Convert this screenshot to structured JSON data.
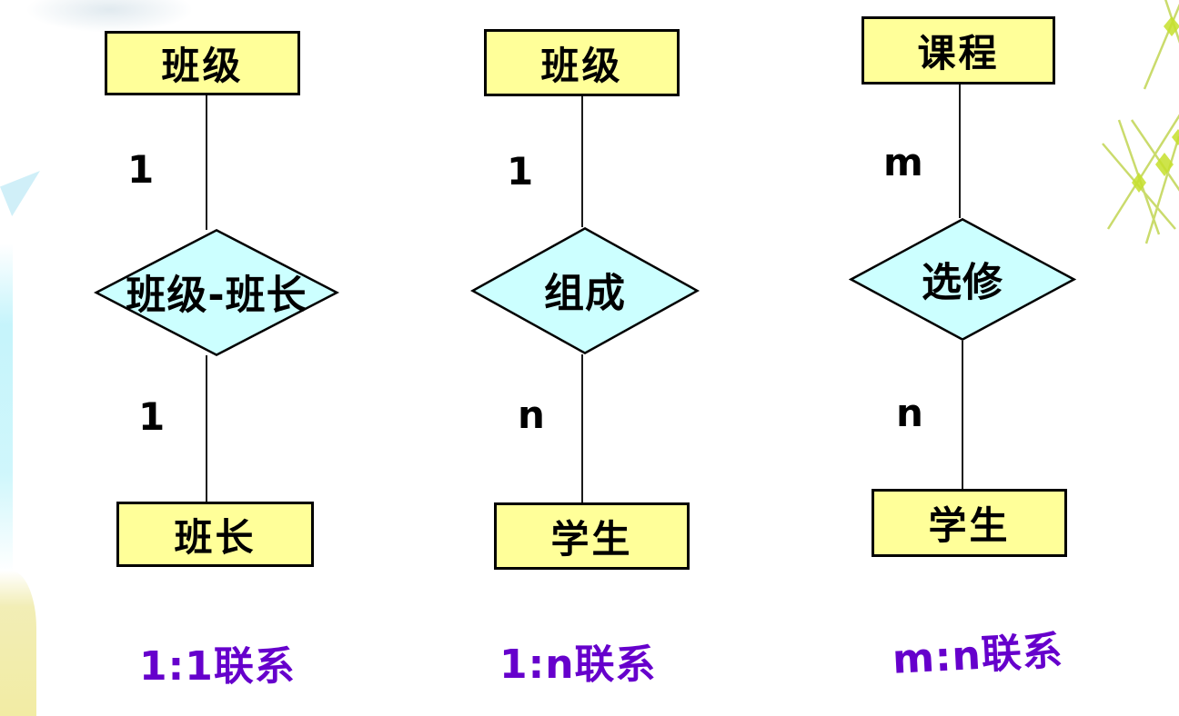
{
  "slide": {
    "background_color": "#ffffff",
    "decorations": {
      "sparkle_color": "#b5cc2e",
      "sparkle_node_color": "#c6e02c",
      "left_strip_color": "#96ebf8",
      "bottom_blob_color": "#f0e994",
      "cloud_color": "#bcd0dc"
    }
  },
  "diagram": {
    "type": "er-relationship-examples",
    "colors": {
      "entity_fill": "#ffff99",
      "relationship_fill": "#ccffff",
      "border_color": "#000000",
      "line_color": "#1a1a1a",
      "caption_color": "#6600cc",
      "text_color": "#000000"
    },
    "columns": [
      {
        "top_entity": "班级",
        "top_cardinality": "1",
        "relationship": "班级-班长",
        "bottom_cardinality": "1",
        "bottom_entity": "班长",
        "caption": "1:1联系"
      },
      {
        "top_entity": "班级",
        "top_cardinality": "1",
        "relationship": "组成",
        "bottom_cardinality": "n",
        "bottom_entity": "学生",
        "caption": "1:n联系"
      },
      {
        "top_entity": "课程",
        "top_cardinality": "m",
        "relationship": "选修",
        "bottom_cardinality": "n",
        "bottom_entity": "学生",
        "caption": "m:n联系"
      }
    ]
  }
}
